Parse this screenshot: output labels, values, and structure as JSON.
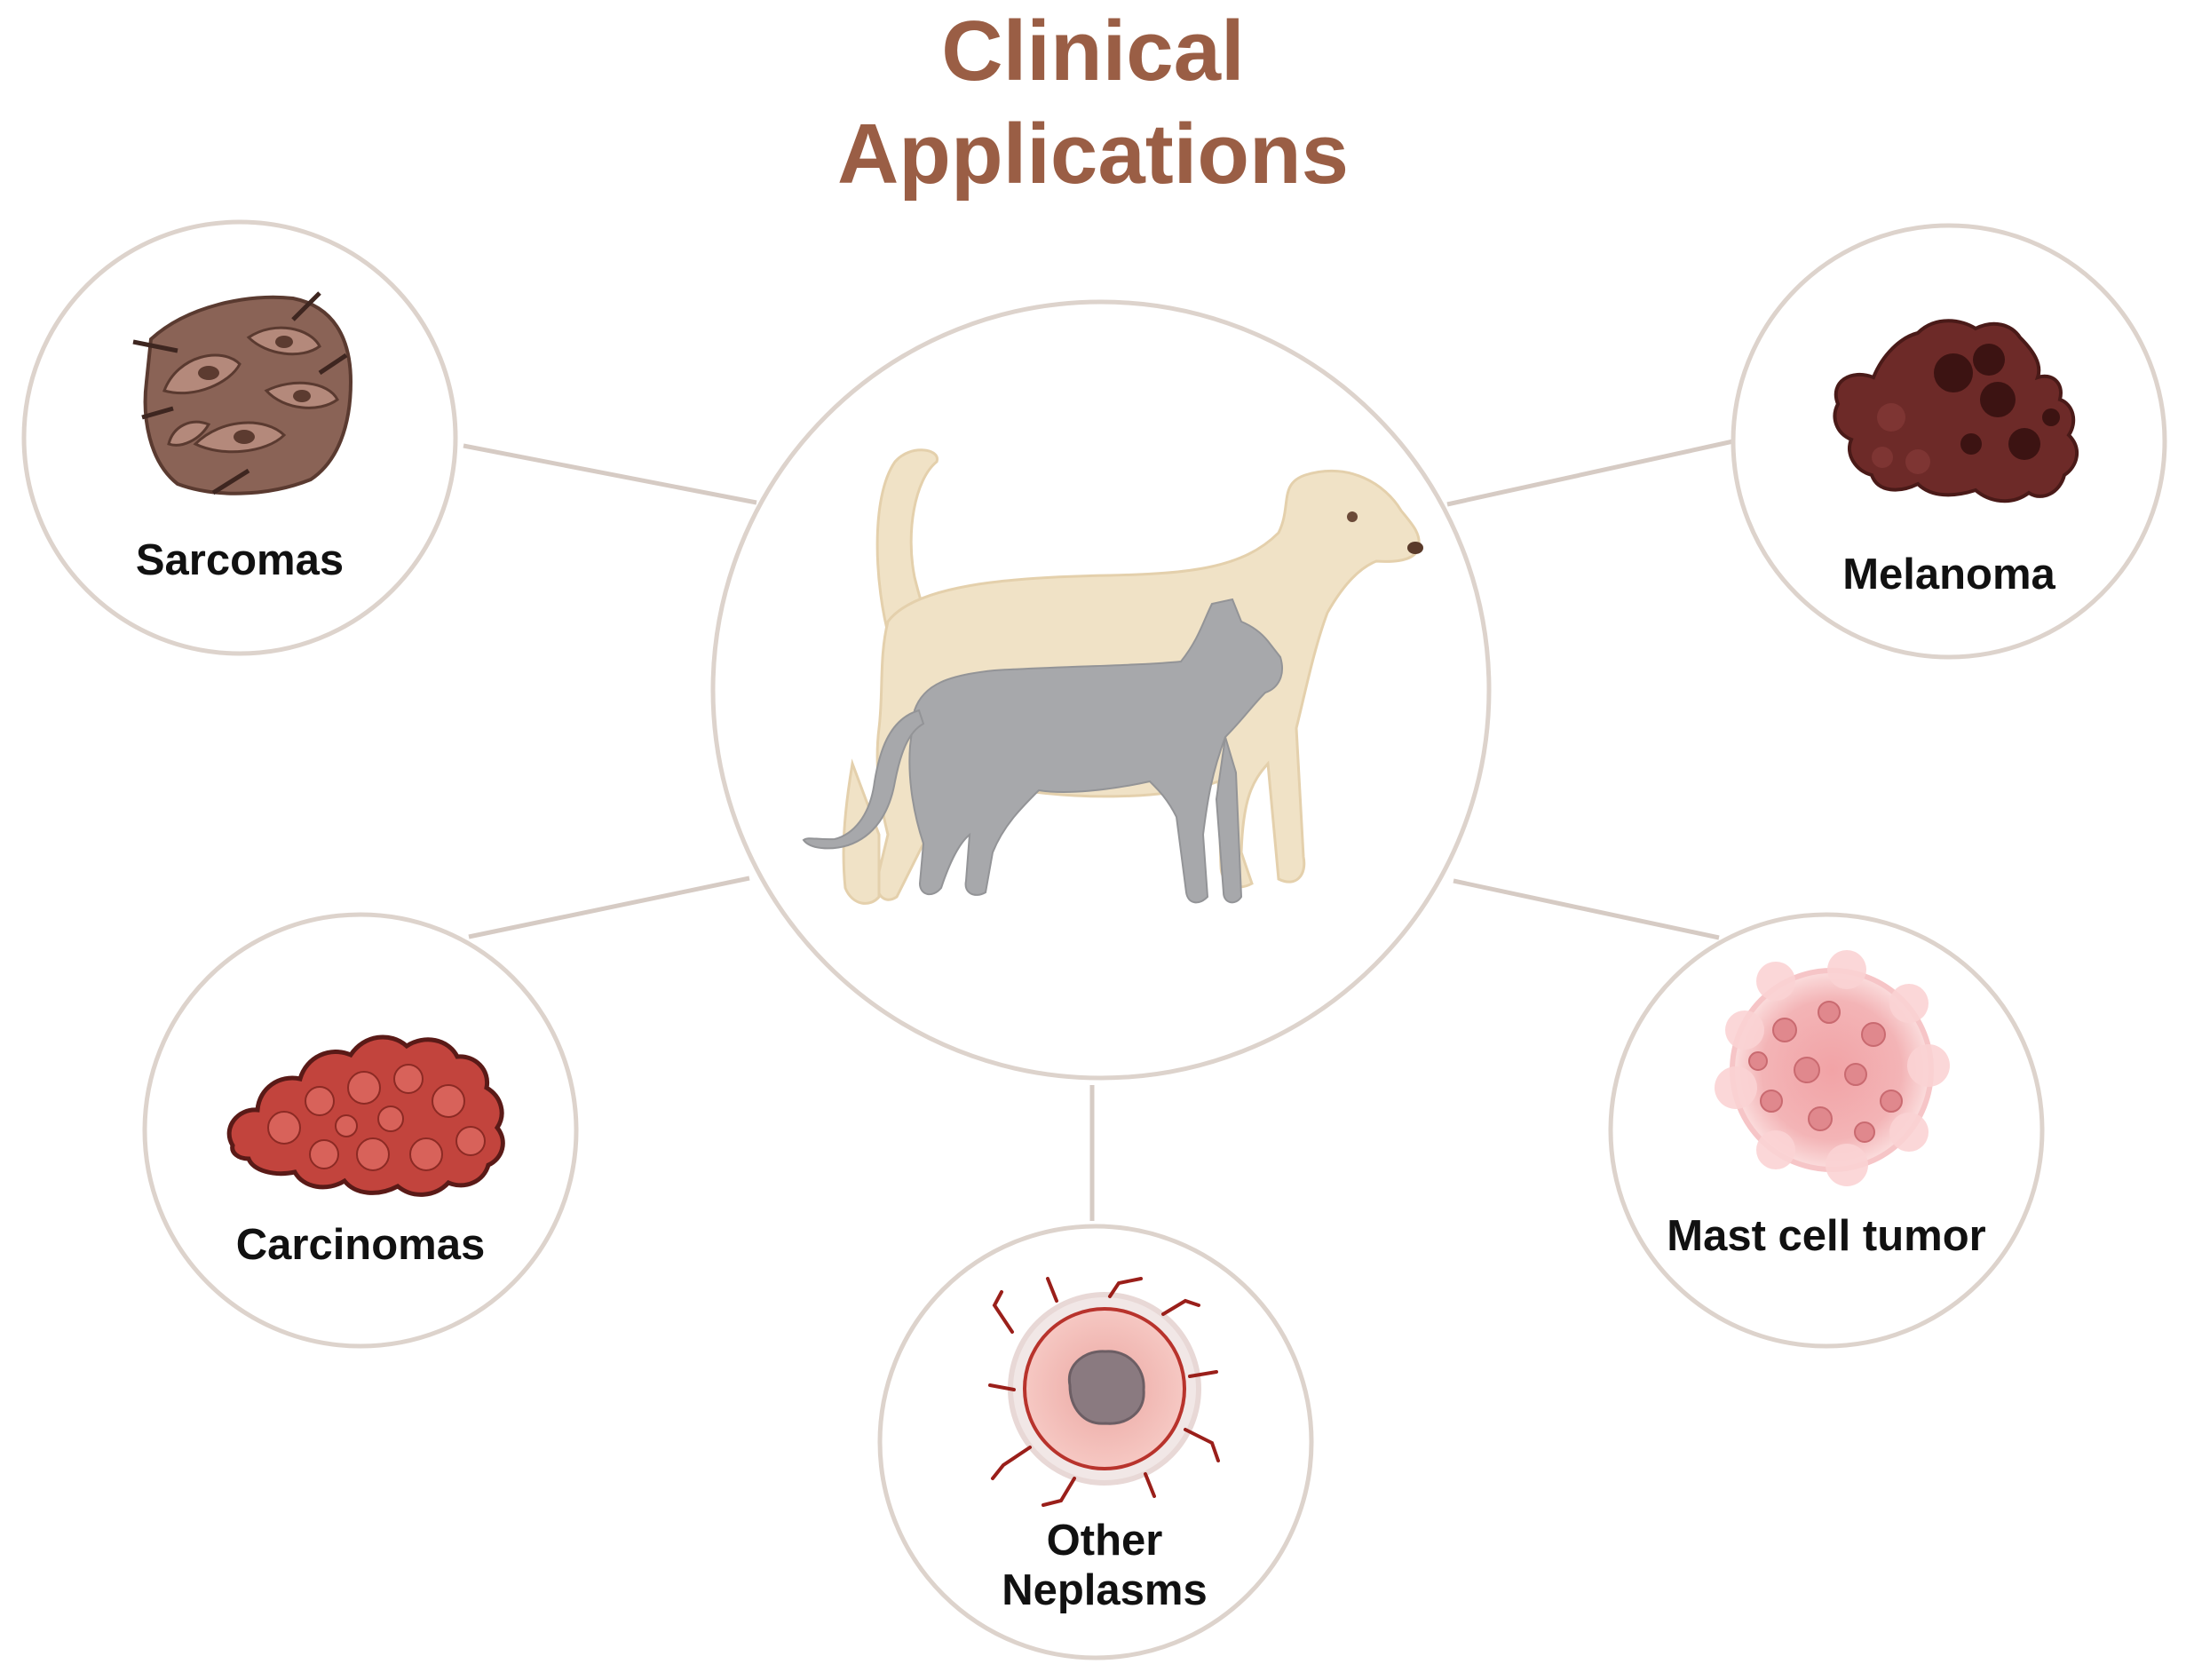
{
  "title": {
    "line1": "Clinical",
    "line2": "Applications"
  },
  "center": {
    "icon": "dog-and-cat-icon"
  },
  "nodes": [
    {
      "label": "Sarcomas",
      "icon": "sarcoma-tissue-icon"
    },
    {
      "label": "Melanoma",
      "icon": "melanoma-tissue-icon"
    },
    {
      "label": "Carcinomas",
      "icon": "carcinoma-tissue-icon"
    },
    {
      "label": "Mast cell tumor",
      "icon": "mast-cell-tumor-icon"
    },
    {
      "label_line1": "Other",
      "label_line2": "Neplasms",
      "icon": "neoplasm-cell-icon"
    }
  ],
  "colors": {
    "title": "#9a5e45",
    "circle_stroke": "#ddd3cc",
    "connector": "#d6cbc4",
    "dog": "#f0e2c6",
    "cat": "#a7a8ab"
  }
}
